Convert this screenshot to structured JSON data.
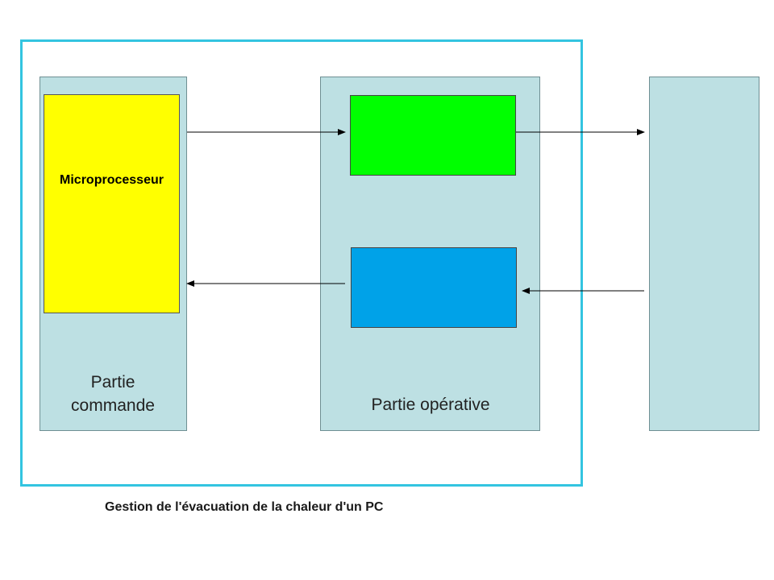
{
  "diagram": {
    "microprocessor_label": "Microprocesseur",
    "partie_commande_line1": "Partie",
    "partie_commande_line2": "commande",
    "partie_operative_label": "Partie opérative",
    "caption": "Gestion de l'évacuation de la chaleur d'un PC"
  },
  "colors": {
    "frame": "#33c4e0",
    "block_fill": "#bde0e3",
    "microprocessor": "#ffff00",
    "actuator_box": "#00ff00",
    "sensor_box": "#00a2e8",
    "arrow": "#000000"
  }
}
